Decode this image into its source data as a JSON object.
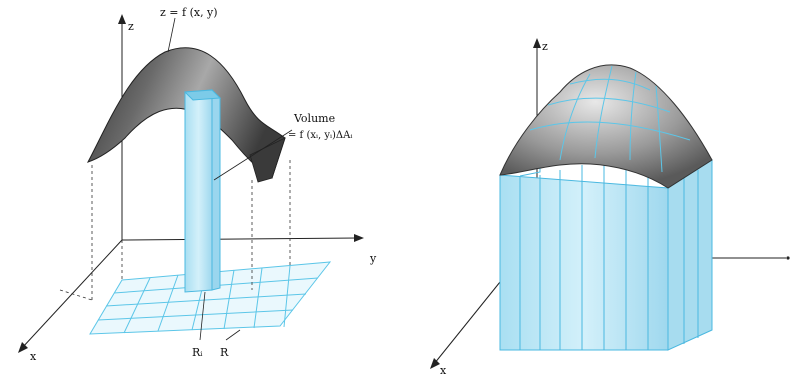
{
  "left_panel": {
    "surface_label": "z = f (x, y)",
    "volume_label_line1": "Volume",
    "volume_label_line2": "= f (xᵢ, yᵢ)ΔAᵢ",
    "axis_z": "z",
    "axis_y": "y",
    "axis_x": "x",
    "region_cell": "Rᵢ",
    "region": "R"
  },
  "right_panel": {
    "axis_z": "z",
    "axis_x": "x"
  },
  "colors": {
    "prism_fill": "#bfe7f5",
    "prism_edge": "#4ab8e0",
    "surface_dark": "#4a4a4a",
    "surface_light": "#c8c8c8"
  }
}
